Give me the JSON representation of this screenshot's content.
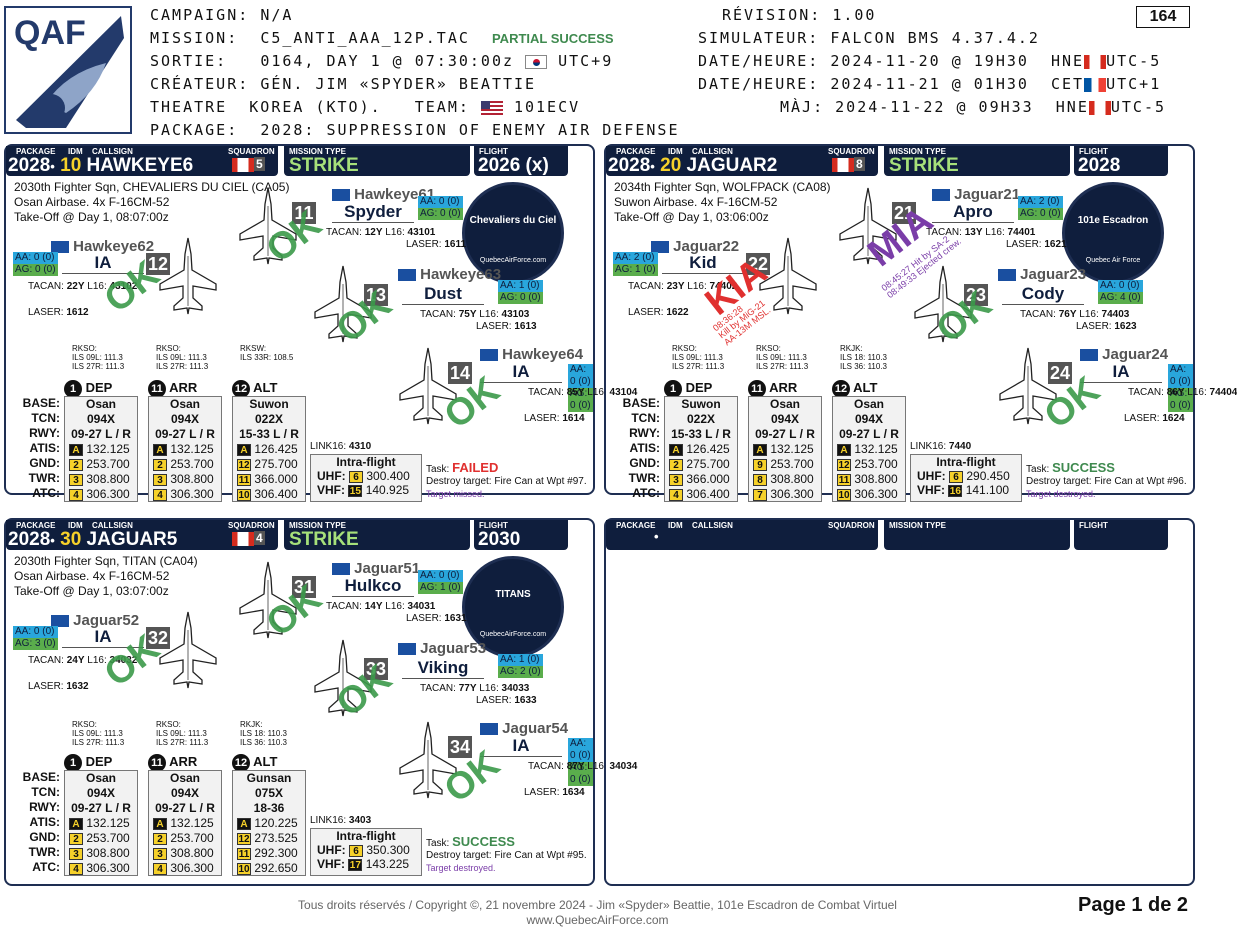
{
  "header": {
    "campaign_label": "CAMPAIGN:",
    "campaign": "N/A",
    "mission_label": "MISSION:",
    "mission": "C5_ANTI_AAA_12P.TAC",
    "mission_status": "PARTIAL SUCCESS",
    "sortie_label": "SORTIE:",
    "sortie": "0164, DAY 1 @ 07:30:00z",
    "sortie_tz": "UTC+9",
    "creator_label": "CRÉATEUR:",
    "creator": "GÉN. JIM «SPYDER» BEATTIE",
    "theatre_label": "THEATRE",
    "theatre": "KOREA (KTO).",
    "team_label": "TEAM:",
    "team": "101ECV",
    "package_label": "PACKAGE:",
    "package": "2028: SUPPRESSION OF ENEMY AIR DEFENSE",
    "page_no": "164",
    "revision_label": "RÉVISION:",
    "revision": "1.00",
    "sim_label": "SIMULATEUR:",
    "sim": "FALCON BMS 4.37.4.2",
    "dt1_label": "DATE/HEURE:",
    "dt1": "2024-11-20 @ 19H30",
    "dt1_tz": "HNE",
    "dt1_utc": "UTC-5",
    "dt2_label": "DATE/HEURE:",
    "dt2": "2024-11-21 @ 01H30",
    "dt2_tz": "CET",
    "dt2_utc": "UTC+1",
    "maj_label": "MÀJ:",
    "maj": "2024-11-22 @ 09H33",
    "maj_tz": "HNE",
    "maj_utc": "UTC-5",
    "logo": "QAF"
  },
  "labels": {
    "package": "PACKAGE",
    "idm": "IDM",
    "callsign": "CALLSIGN",
    "squadron": "SQUADRON",
    "mission_type": "MISSION TYPE",
    "flight": "FLIGHT",
    "dep": "DEP",
    "arr": "ARR",
    "alt": "ALT",
    "base": "BASE:",
    "tcn": "TCN:",
    "rwy": "RWY:",
    "atis": "ATIS:",
    "gnd": "GND:",
    "twr": "TWR:",
    "atc": "ATC:",
    "intra": "Intra-flight",
    "uhf": "UHF:",
    "vhf": "VHF:",
    "task": "Task:",
    "tacan": "TACAN:",
    "l16": "L16:",
    "laser": "LASER:",
    "link16": "LINK16:"
  },
  "flights": [
    {
      "pkg": "2028",
      "dot": "•",
      "idm": "10",
      "callsign": "HAWKEYE6",
      "sq": "5",
      "mtype": "STRIKE",
      "flight": "2026 (x)",
      "info1": "2030th Fighter Sqn, CHEVALIERS DU CIEL (CA05)",
      "info2": "Osan Airbase. 4x F-16CM-52",
      "info3": "Take-Off @ Day 1, 08:07:00z",
      "link16": "4310",
      "task_status": "FAILED",
      "task_desc": "Destroy target: Fire Can at Wpt #97.",
      "task_result": "Target missed.",
      "uhf_ch": "6",
      "uhf": "300.400",
      "vhf_ch": "15",
      "vhf": "140.925",
      "emblem": "Chevaliers du Ciel",
      "emblem_url": "QuebecAirForce.com",
      "pilots": [
        {
          "cs": "Hawkeye61",
          "n": "11",
          "name": "Spyder",
          "aa": "AA: 0 (0)",
          "ag": "AG: 0 (0)",
          "tacan": "12Y",
          "l16": "43101",
          "laser": "1611",
          "st": "OK"
        },
        {
          "cs": "Hawkeye62",
          "n": "12",
          "name": "IA",
          "aa": "AA: 0 (0)",
          "ag": "AG: 0 (0)",
          "tacan": "22Y",
          "l16": "43102",
          "laser": "1612",
          "st": "OK"
        },
        {
          "cs": "Hawkeye63",
          "n": "13",
          "name": "Dust",
          "aa": "AA: 1 (0)",
          "ag": "AG: 0 (0)",
          "tacan": "75Y",
          "l16": "43103",
          "laser": "1613",
          "st": "OK"
        },
        {
          "cs": "Hawkeye64",
          "n": "14",
          "name": "IA",
          "aa": "AA: 0 (0)",
          "ag": "AG: 0 (0)",
          "tacan": "85Y",
          "l16": "43104",
          "laser": "1614",
          "st": "OK"
        }
      ],
      "ils": [
        {
          "id": "RKSO:",
          "a": "ILS 09L: 111.3",
          "b": "ILS 27R: 111.3"
        },
        {
          "id": "RKSO:",
          "a": "ILS 09L: 111.3",
          "b": "ILS 27R: 111.3"
        },
        {
          "id": "RKSW:",
          "a": "ILS 33R: 108.5",
          "b": ""
        }
      ],
      "nav": [
        {
          "c": "1",
          "base": "Osan",
          "tcn": "094X",
          "rwy": "09-27 L / R",
          "atis": [
            "A",
            "132.125"
          ],
          "gnd": [
            "2",
            "253.700"
          ],
          "twr": [
            "3",
            "308.800"
          ],
          "atc": [
            "4",
            "306.300"
          ]
        },
        {
          "c": "11",
          "base": "Osan",
          "tcn": "094X",
          "rwy": "09-27 L / R",
          "atis": [
            "A",
            "132.125"
          ],
          "gnd": [
            "2",
            "253.700"
          ],
          "twr": [
            "3",
            "308.800"
          ],
          "atc": [
            "4",
            "306.300"
          ]
        },
        {
          "c": "12",
          "base": "Suwon",
          "tcn": "022X",
          "rwy": "15-33 L / R",
          "atis": [
            "A",
            "126.425"
          ],
          "gnd": [
            "12",
            "275.700"
          ],
          "twr": [
            "11",
            "366.000"
          ],
          "atc": [
            "10",
            "306.400"
          ]
        }
      ]
    },
    {
      "pkg": "2028",
      "dot": "•",
      "idm": "20",
      "callsign": "JAGUAR2",
      "sq": "8",
      "mtype": "STRIKE",
      "flight": "2028",
      "info1": "2034th Fighter Sqn, WOLFPACK (CA08)",
      "info2": "Suwon Airbase. 4x F-16CM-52",
      "info3": "Take-Off @ Day 1, 03:06:00z",
      "link16": "7440",
      "task_status": "SUCCESS",
      "task_desc": "Destroy target: Fire Can at Wpt #96.",
      "task_result": "Target destroyed.",
      "uhf_ch": "6",
      "uhf": "290.450",
      "vhf_ch": "16",
      "vhf": "141.100",
      "emblem": "101e Escadron",
      "emblem_url": "Quebec Air Force",
      "pilots": [
        {
          "cs": "Jaguar21",
          "n": "21",
          "name": "Apro",
          "aa": "AA: 2 (0)",
          "ag": "AG: 0 (0)",
          "tacan": "13Y",
          "l16": "74401",
          "laser": "1621",
          "st": "MIA",
          "note": "08:45:27 Hit by SA-2",
          "note2": "08:49:33 Ejected crew."
        },
        {
          "cs": "Jaguar22",
          "n": "22",
          "name": "Kid",
          "aa": "AA: 2 (0)",
          "ag": "AG: 1 (0)",
          "tacan": "23Y",
          "l16": "74402",
          "laser": "1622",
          "st": "KIA",
          "note": "08:36:28",
          "note2": "Kill by MiG-21",
          "note3": "AA-13M MSL."
        },
        {
          "cs": "Jaguar23",
          "n": "23",
          "name": "Cody",
          "aa": "AA: 0 (0)",
          "ag": "AG: 4 (0)",
          "tacan": "76Y",
          "l16": "74403",
          "laser": "1623",
          "st": "OK"
        },
        {
          "cs": "Jaguar24",
          "n": "24",
          "name": "IA",
          "aa": "AA: 0 (0)",
          "ag": "AG: 0 (0)",
          "tacan": "86Y",
          "l16": "74404",
          "laser": "1624",
          "st": "OK"
        }
      ],
      "ils": [
        {
          "id": "RKSO:",
          "a": "ILS 09L: 111.3",
          "b": "ILS 27R: 111.3"
        },
        {
          "id": "RKSO:",
          "a": "ILS 09L: 111.3",
          "b": "ILS 27R: 111.3"
        },
        {
          "id": "RKJK:",
          "a": "ILS 18: 110.3",
          "b": "ILS 36: 110.3"
        }
      ],
      "nav": [
        {
          "c": "1",
          "base": "Suwon",
          "tcn": "022X",
          "rwy": "15-33 L / R",
          "atis": [
            "A",
            "126.425"
          ],
          "gnd": [
            "2",
            "275.700"
          ],
          "twr": [
            "3",
            "366.000"
          ],
          "atc": [
            "4",
            "306.400"
          ]
        },
        {
          "c": "11",
          "base": "Osan",
          "tcn": "094X",
          "rwy": "09-27 L / R",
          "atis": [
            "A",
            "132.125"
          ],
          "gnd": [
            "9",
            "253.700"
          ],
          "twr": [
            "8",
            "308.800"
          ],
          "atc": [
            "7",
            "306.300"
          ]
        },
        {
          "c": "12",
          "base": "Osan",
          "tcn": "094X",
          "rwy": "09-27 L / R",
          "atis": [
            "A",
            "132.125"
          ],
          "gnd": [
            "12",
            "253.700"
          ],
          "twr": [
            "11",
            "308.800"
          ],
          "atc": [
            "10",
            "306.300"
          ]
        }
      ]
    },
    {
      "pkg": "2028",
      "dot": "•",
      "idm": "30",
      "callsign": "JAGUAR5",
      "sq": "4",
      "mtype": "STRIKE",
      "flight": "2030",
      "info1": "2030th Fighter Sqn, TITAN (CA04)",
      "info2": "Osan Airbase. 4x F-16CM-52",
      "info3": "Take-Off @ Day 1, 03:07:00z",
      "link16": "3403",
      "task_status": "SUCCESS",
      "task_desc": "Destroy target: Fire Can at Wpt #95.",
      "task_result": "Target destroyed.",
      "uhf_ch": "6",
      "uhf": "350.300",
      "vhf_ch": "17",
      "vhf": "143.225",
      "emblem": "TITANS",
      "emblem_url": "QuebecAirForce.com",
      "pilots": [
        {
          "cs": "Jaguar51",
          "n": "31",
          "name": "Hulkco",
          "aa": "AA: 0 (0)",
          "ag": "AG: 1 (0)",
          "tacan": "14Y",
          "l16": "34031",
          "laser": "1631",
          "st": "OK"
        },
        {
          "cs": "Jaguar52",
          "n": "32",
          "name": "IA",
          "aa": "AA: 0 (0)",
          "ag": "AG: 3 (0)",
          "tacan": "24Y",
          "l16": "34032",
          "laser": "1632",
          "st": "OK"
        },
        {
          "cs": "Jaguar53",
          "n": "33",
          "name": "Viking",
          "aa": "AA: 1 (0)",
          "ag": "AG: 2 (0)",
          "tacan": "77Y",
          "l16": "34033",
          "laser": "1633",
          "st": "OK"
        },
        {
          "cs": "Jaguar54",
          "n": "34",
          "name": "IA",
          "aa": "AA: 0 (0)",
          "ag": "AG: 0 (0)",
          "tacan": "87Y",
          "l16": "34034",
          "laser": "1634",
          "st": "OK"
        }
      ],
      "ils": [
        {
          "id": "RKSO:",
          "a": "ILS 09L: 111.3",
          "b": "ILS 27R: 111.3"
        },
        {
          "id": "RKSO:",
          "a": "ILS 09L: 111.3",
          "b": "ILS 27R: 111.3"
        },
        {
          "id": "RKJK:",
          "a": "ILS 18: 110.3",
          "b": "ILS 36: 110.3"
        }
      ],
      "nav": [
        {
          "c": "1",
          "base": "Osan",
          "tcn": "094X",
          "rwy": "09-27 L / R",
          "atis": [
            "A",
            "132.125"
          ],
          "gnd": [
            "2",
            "253.700"
          ],
          "twr": [
            "3",
            "308.800"
          ],
          "atc": [
            "4",
            "306.300"
          ]
        },
        {
          "c": "11",
          "base": "Osan",
          "tcn": "094X",
          "rwy": "09-27 L / R",
          "atis": [
            "A",
            "132.125"
          ],
          "gnd": [
            "2",
            "253.700"
          ],
          "twr": [
            "3",
            "308.800"
          ],
          "atc": [
            "4",
            "306.300"
          ]
        },
        {
          "c": "12",
          "base": "Gunsan",
          "tcn": "075X",
          "rwy": "18-36",
          "atis": [
            "A",
            "120.225"
          ],
          "gnd": [
            "12",
            "273.525"
          ],
          "twr": [
            "11",
            "292.300"
          ],
          "atc": [
            "10",
            "292.650"
          ]
        }
      ]
    }
  ],
  "empty_dot": "•",
  "footer": {
    "line1": "Tous droits réservés / Copyright ©, 21 novembre 2024 - Jim «Spyder» Beattie, 101e Escadron de Combat Virtuel",
    "line2": "www.QuebecAirForce.com",
    "page": "Page 1 de 2"
  },
  "colors": {
    "navy": "#0f1e3d",
    "strike": "#a6e07a",
    "ok": "#3b9a4a",
    "kia": "#e0302f",
    "mia": "#7a3da8",
    "aa": "#29a6dc",
    "ag": "#5aad4c"
  }
}
